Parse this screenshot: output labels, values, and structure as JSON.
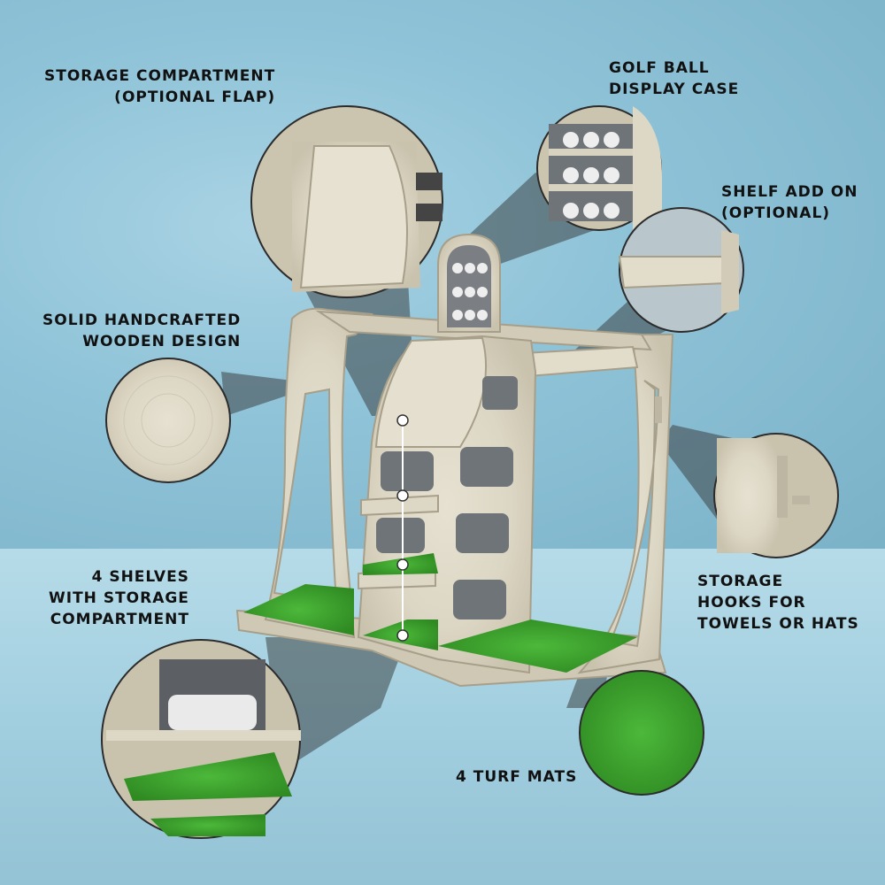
{
  "callouts": {
    "storage_compartment": [
      "STORAGE COMPARTMENT",
      "(OPTIONAL FLAP)"
    ],
    "golf_ball_display": [
      "GOLF BALL",
      "DISPLAY CASE"
    ],
    "shelf_add_on": [
      "SHELF ADD ON",
      "(OPTIONAL)"
    ],
    "solid_wood": [
      "SOLID HANDCRAFTED",
      "WOODEN DESIGN"
    ],
    "storage_hooks": [
      "STORAGE",
      "HOOKS FOR",
      "TOWELS OR HATS"
    ],
    "four_shelves": [
      "4 SHELVES",
      "WITH STORAGE",
      "COMPARTMENT"
    ],
    "turf_mats": [
      "4 TURF MATS"
    ]
  },
  "colors": {
    "wood": "#d9d3c2",
    "wood_dark": "#b9b19c",
    "turf": "#3fa52d",
    "text": "#111111",
    "shadow": "#4a4f52"
  }
}
